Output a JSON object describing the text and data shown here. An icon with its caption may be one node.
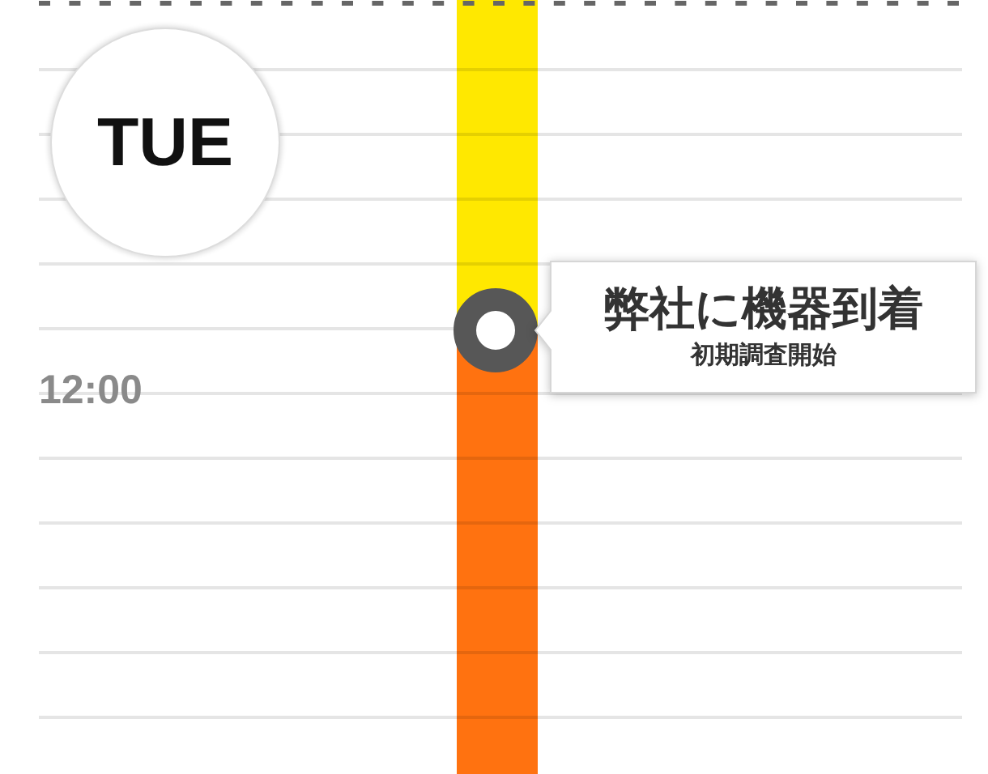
{
  "diagram": {
    "nodes": [
      {
        "text": [
          "TUE"
        ]
      },
      {
        "text": [
          "弊社に機器到着",
          "初期調査開始"
        ]
      }
    ],
    "labels": [
      "12:00"
    ]
  }
}
